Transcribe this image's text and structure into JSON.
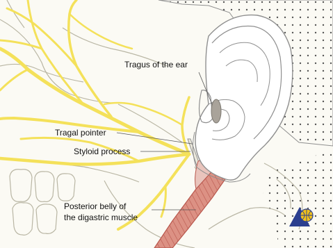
{
  "labels": {
    "tragus": "Tragus of the ear",
    "tragal_pointer": "Tragal pointer",
    "styloid": "Styloid process",
    "digastric_line1": "Posterior belly of",
    "digastric_line2": "the digastric muscle"
  },
  "colors": {
    "background": "#fbfaf4",
    "nerve": "#f4e15a",
    "bone_outline": "#b9b6a4",
    "ear_outline": "#8f8f8f",
    "muscle": "#d98a7e",
    "muscle_dark": "#b8574d",
    "dot_pattern": "#555555",
    "logo_blue": "#2b3f8f",
    "logo_yellow": "#f2c21a"
  },
  "icons": {
    "logo": "globe-pyramid-logo"
  }
}
